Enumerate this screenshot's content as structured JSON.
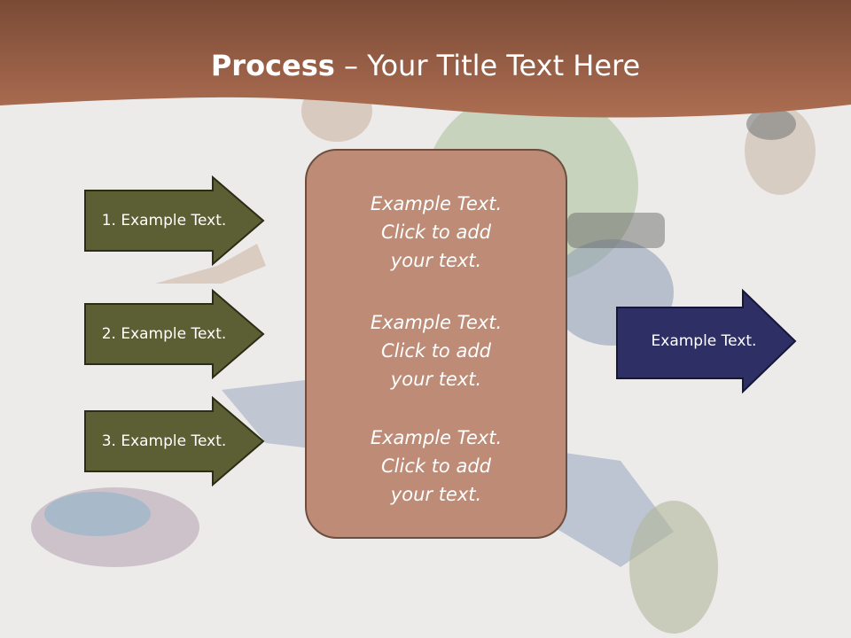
{
  "slide": {
    "title_bold": "Process",
    "title_rest": " – Your Title Text Here"
  },
  "steps": [
    {
      "label": "1. Example Text."
    },
    {
      "label": "2. Example Text."
    },
    {
      "label": "3. Example Text."
    }
  ],
  "center_box": {
    "items": [
      "Example Text.\nClick  to add\nyour text.",
      "Example Text.\nClick  to add\nyour text.",
      "Example Text.\nClick  to add\nyour text."
    ]
  },
  "output": {
    "label": "Example Text."
  },
  "colors": {
    "header_band": "#a0654a",
    "step_arrow_fill": "#5c5e34",
    "output_arrow_fill": "#2e3065",
    "center_box_fill": "#be8c76"
  }
}
